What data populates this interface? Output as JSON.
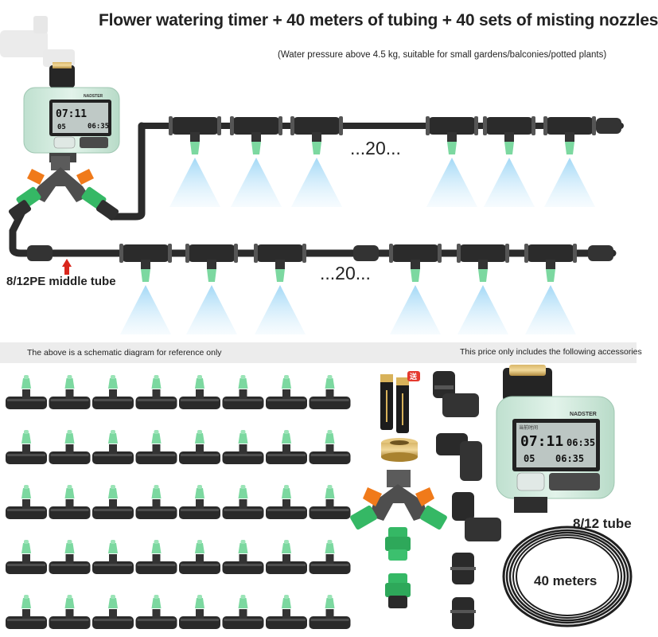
{
  "header": {
    "title": "Flower watering timer + 40 meters of tubing + 40 sets of misting nozzles",
    "subtitle": "(Water pressure above 4.5 kg, suitable for small gardens/balconies/potted plants)"
  },
  "diagram": {
    "row_count_label_top": "...20...",
    "row_count_label_bottom": "...20...",
    "tube_label": "8/12PE middle tube"
  },
  "notes": {
    "left": "The above is a schematic diagram for reference only",
    "right": "This price only includes the following accessories"
  },
  "accessories": {
    "tube_label": "8/12 tube",
    "length_label": "40 meters",
    "battery_tag": "送",
    "nozzle_sets": {
      "rows": 5,
      "cols": 8
    }
  },
  "timer": {
    "brand": "NADSTER",
    "time_display": "07:11",
    "secondary_display": "06:35",
    "duration_display": "05",
    "lcd_label_cn": "当前时间"
  },
  "colors": {
    "pipe": "#2b2b2b",
    "nozzle_green": "#7cd8a0",
    "spray_blue": "#8ccdf2",
    "timer_body": "#cfe9dc",
    "valve_orange": "#f07a1a",
    "connector_green": "#35b865",
    "arrow_red": "#d9261c",
    "note_marker": "#e8602a"
  }
}
